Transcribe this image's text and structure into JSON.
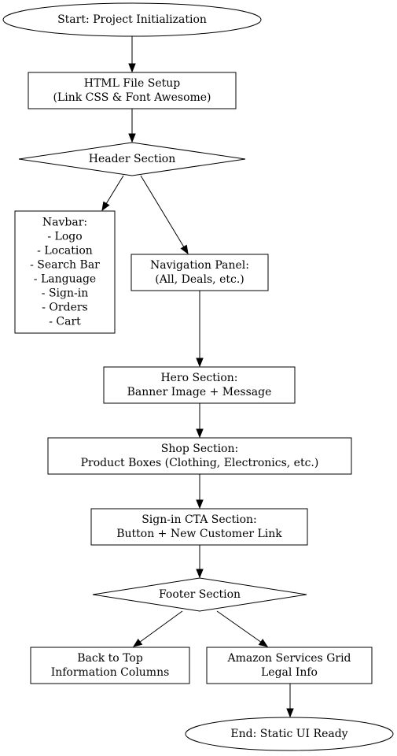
{
  "flowchart": {
    "nodes": {
      "start": {
        "lines": [
          "Start: Project Initialization"
        ]
      },
      "html_setup": {
        "lines": [
          "HTML File Setup",
          "(Link CSS & Font Awesome)"
        ]
      },
      "header": {
        "lines": [
          "Header Section"
        ]
      },
      "navbar": {
        "lines": [
          "Navbar:",
          "- Logo",
          "- Location",
          "- Search Bar",
          "- Language",
          "- Sign-in",
          "- Orders",
          "- Cart"
        ]
      },
      "nav_panel": {
        "lines": [
          "Navigation Panel:",
          "(All, Deals, etc.)"
        ]
      },
      "hero": {
        "lines": [
          "Hero Section:",
          "Banner Image + Message"
        ]
      },
      "shop": {
        "lines": [
          "Shop Section:",
          "Product Boxes (Clothing, Electronics, etc.)"
        ]
      },
      "signin_cta": {
        "lines": [
          "Sign-in CTA Section:",
          "Button + New Customer Link"
        ]
      },
      "footer": {
        "lines": [
          "Footer Section"
        ]
      },
      "back_to_top": {
        "lines": [
          "Back to Top",
          "Information Columns"
        ]
      },
      "services": {
        "lines": [
          "Amazon Services Grid",
          "Legal Info"
        ]
      },
      "end": {
        "lines": [
          "End: Static UI Ready"
        ]
      }
    },
    "edges": [
      [
        "start",
        "html_setup"
      ],
      [
        "html_setup",
        "header"
      ],
      [
        "header",
        "navbar"
      ],
      [
        "header",
        "nav_panel"
      ],
      [
        "nav_panel",
        "hero"
      ],
      [
        "hero",
        "shop"
      ],
      [
        "shop",
        "signin_cta"
      ],
      [
        "signin_cta",
        "footer"
      ],
      [
        "footer",
        "back_to_top"
      ],
      [
        "footer",
        "services"
      ],
      [
        "services",
        "end"
      ]
    ]
  }
}
